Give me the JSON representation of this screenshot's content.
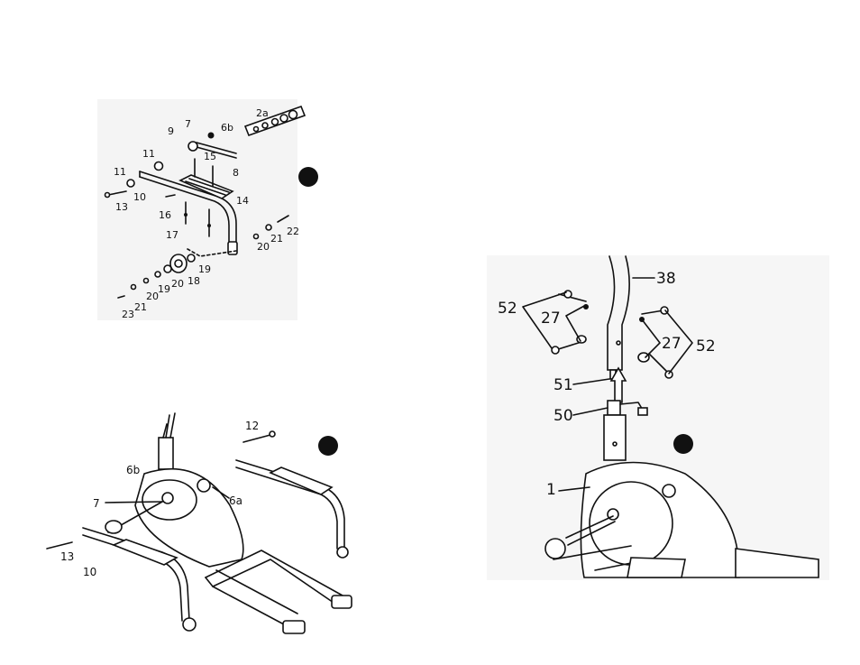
{
  "panel_a": {
    "labels": {
      "l2a": "2a",
      "l6b": "6b",
      "l7": "7",
      "l9": "9",
      "l11a": "11",
      "l15": "15",
      "l8": "8",
      "l11b": "11",
      "l10": "10",
      "l13": "13",
      "l14": "14",
      "l16": "16",
      "l17": "17",
      "l22": "22",
      "l21": "21",
      "l20a": "20",
      "l18": "18",
      "l19a": "19",
      "l19b": "19",
      "l20b": "20",
      "l20c": "20",
      "l21b": "21",
      "l23": "23"
    }
  },
  "panel_b": {
    "labels": {
      "l12": "12",
      "l6b": "6b",
      "l7": "7",
      "l6a": "6a",
      "l13": "13",
      "l10": "10"
    }
  },
  "panel_c": {
    "labels": {
      "l38": "38",
      "l52a": "52",
      "l27a": "27",
      "l27b": "27",
      "l52b": "52",
      "l51": "51",
      "l50": "50",
      "l1": "1"
    }
  }
}
